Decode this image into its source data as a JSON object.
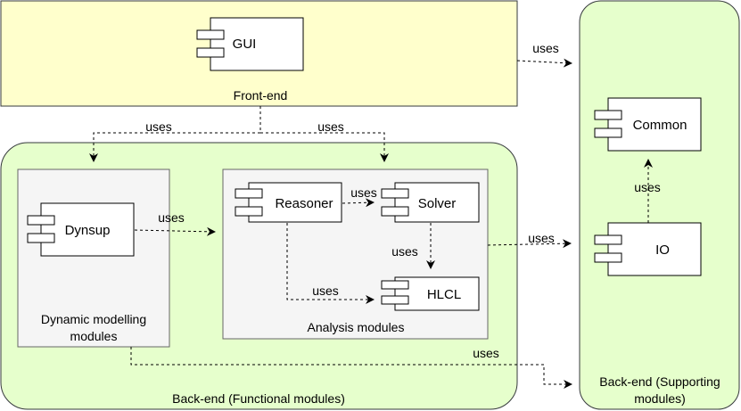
{
  "colors": {
    "frontend_fill": "#ffffcc",
    "backend_fill": "#e6ffcc",
    "inner_fill": "#f5f5f5",
    "border": "#36393d",
    "component_fill": "#ffffff",
    "stroke": "#000000"
  },
  "containers": {
    "frontend": "Front-end",
    "functional": "Back-end (Functional modules)",
    "supporting_line1": "Back-end (Supporting",
    "supporting_line2": "modules)",
    "dynamic_line1": "Dynamic modelling",
    "dynamic_line2": "modules",
    "analysis": "Analysis modules"
  },
  "components": {
    "gui": "GUI",
    "dynsup": "Dynsup",
    "reasoner": "Reasoner",
    "solver": "Solver",
    "hlcl": "HLCL",
    "common": "Common",
    "io": "IO"
  },
  "edge_label": "uses"
}
